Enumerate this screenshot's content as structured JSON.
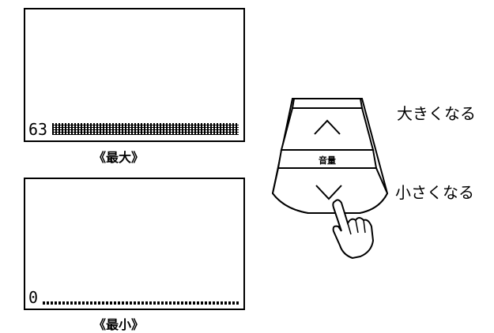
{
  "display_max": {
    "level": "63",
    "caption": "《最大》",
    "bar_fill": 1.0
  },
  "display_min": {
    "level": "0",
    "caption": "《最小》",
    "bar_fill": 0.0
  },
  "remote": {
    "center_label": "音量",
    "up_label": "大きくなる",
    "down_label": "小さくなる",
    "icons": {
      "up": "chevron-up-icon",
      "down": "chevron-down-icon",
      "hand": "pointing-hand-icon"
    }
  }
}
